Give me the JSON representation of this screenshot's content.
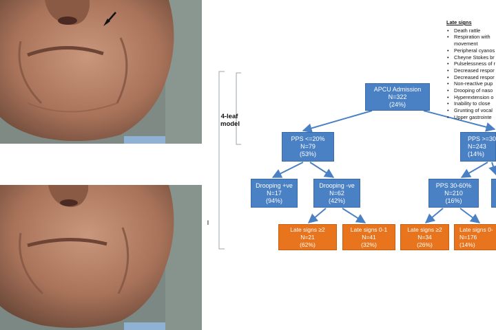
{
  "tree": {
    "model_label_line1": "4-leaf",
    "model_label_line2": "model",
    "side_mark": "I",
    "root": {
      "title": "APCU Admission",
      "n": "N=322",
      "pct": "(24%)"
    },
    "level1": [
      {
        "title": "PPS <=20%",
        "n": "N=79",
        "pct": "(53%)"
      },
      {
        "title": "PPS >=30",
        "n": "N=243",
        "pct": "(14%)"
      }
    ],
    "level2": [
      {
        "title": "Drooping  +ve",
        "n": "N=17",
        "pct": "(94%)"
      },
      {
        "title": "Drooping -ve",
        "n": "N=62",
        "pct": "(42%)"
      },
      {
        "title": "PPS 30-60%",
        "n": "N=210",
        "pct": "(16%)"
      }
    ],
    "leaves": [
      {
        "title": "Late signs ≥2",
        "n": "N=21",
        "pct": "(62%)"
      },
      {
        "title": "Late signs 0-1",
        "n": "N=41",
        "pct": "(32%)"
      },
      {
        "title": "Late signs ≥2",
        "n": "N=34",
        "pct": "(26%)"
      },
      {
        "title": "Late signs 0-",
        "n": "N=176",
        "pct": "(14%)"
      }
    ]
  },
  "late_signs": {
    "title": "Late signs",
    "items": [
      "Death rattle",
      "Respiration with",
      "movement",
      "Peripheral cyanos",
      "Cheyne Stokes br",
      "Pulselessness of r",
      "Decreased respor",
      "Decreased respor",
      "Non-reactive pup",
      "Drooping of naso",
      "Hyperextension o",
      "Inability to close",
      "Grunting of vocal",
      "Upper gastrointe"
    ]
  },
  "colors": {
    "node_blue": "#4a80c4",
    "leaf_orange": "#e8751d",
    "arrow": "#4a80c4",
    "bracket": "#9aa3ad"
  }
}
